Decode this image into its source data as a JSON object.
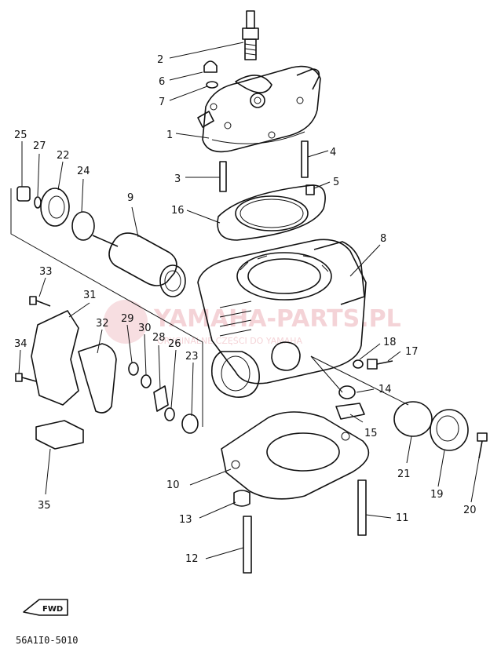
{
  "diagram": {
    "watermark": {
      "brand": "YAMAHA-PARTS.PL",
      "tagline": "ORYGINALNE CZĘŚCI DO YAMAHA",
      "color": "#e8a0a8"
    },
    "drawing_code": "56A1I0-5010",
    "fwd_label": "FWD",
    "callouts": [
      {
        "id": "c1",
        "text": "1"
      },
      {
        "id": "c2",
        "text": "2"
      },
      {
        "id": "c3",
        "text": "3"
      },
      {
        "id": "c4",
        "text": "4"
      },
      {
        "id": "c5",
        "text": "5"
      },
      {
        "id": "c6",
        "text": "6"
      },
      {
        "id": "c7",
        "text": "7"
      },
      {
        "id": "c8",
        "text": "8"
      },
      {
        "id": "c9",
        "text": "9"
      },
      {
        "id": "c10",
        "text": "10"
      },
      {
        "id": "c11",
        "text": "11"
      },
      {
        "id": "c12",
        "text": "12"
      },
      {
        "id": "c13",
        "text": "13"
      },
      {
        "id": "c14",
        "text": "14"
      },
      {
        "id": "c15",
        "text": "15"
      },
      {
        "id": "c16",
        "text": "16"
      },
      {
        "id": "c17",
        "text": "17"
      },
      {
        "id": "c18",
        "text": "18"
      },
      {
        "id": "c19",
        "text": "19"
      },
      {
        "id": "c20",
        "text": "20"
      },
      {
        "id": "c21",
        "text": "21"
      },
      {
        "id": "c22",
        "text": "22"
      },
      {
        "id": "c23",
        "text": "23"
      },
      {
        "id": "c24",
        "text": "24"
      },
      {
        "id": "c25",
        "text": "25"
      },
      {
        "id": "c26",
        "text": "26"
      },
      {
        "id": "c27",
        "text": "27"
      },
      {
        "id": "c28",
        "text": "28"
      },
      {
        "id": "c29",
        "text": "29"
      },
      {
        "id": "c30",
        "text": "30"
      },
      {
        "id": "c31",
        "text": "31"
      },
      {
        "id": "c32",
        "text": "32"
      },
      {
        "id": "c33",
        "text": "33"
      },
      {
        "id": "c34",
        "text": "34"
      },
      {
        "id": "c35",
        "text": "35"
      }
    ]
  }
}
